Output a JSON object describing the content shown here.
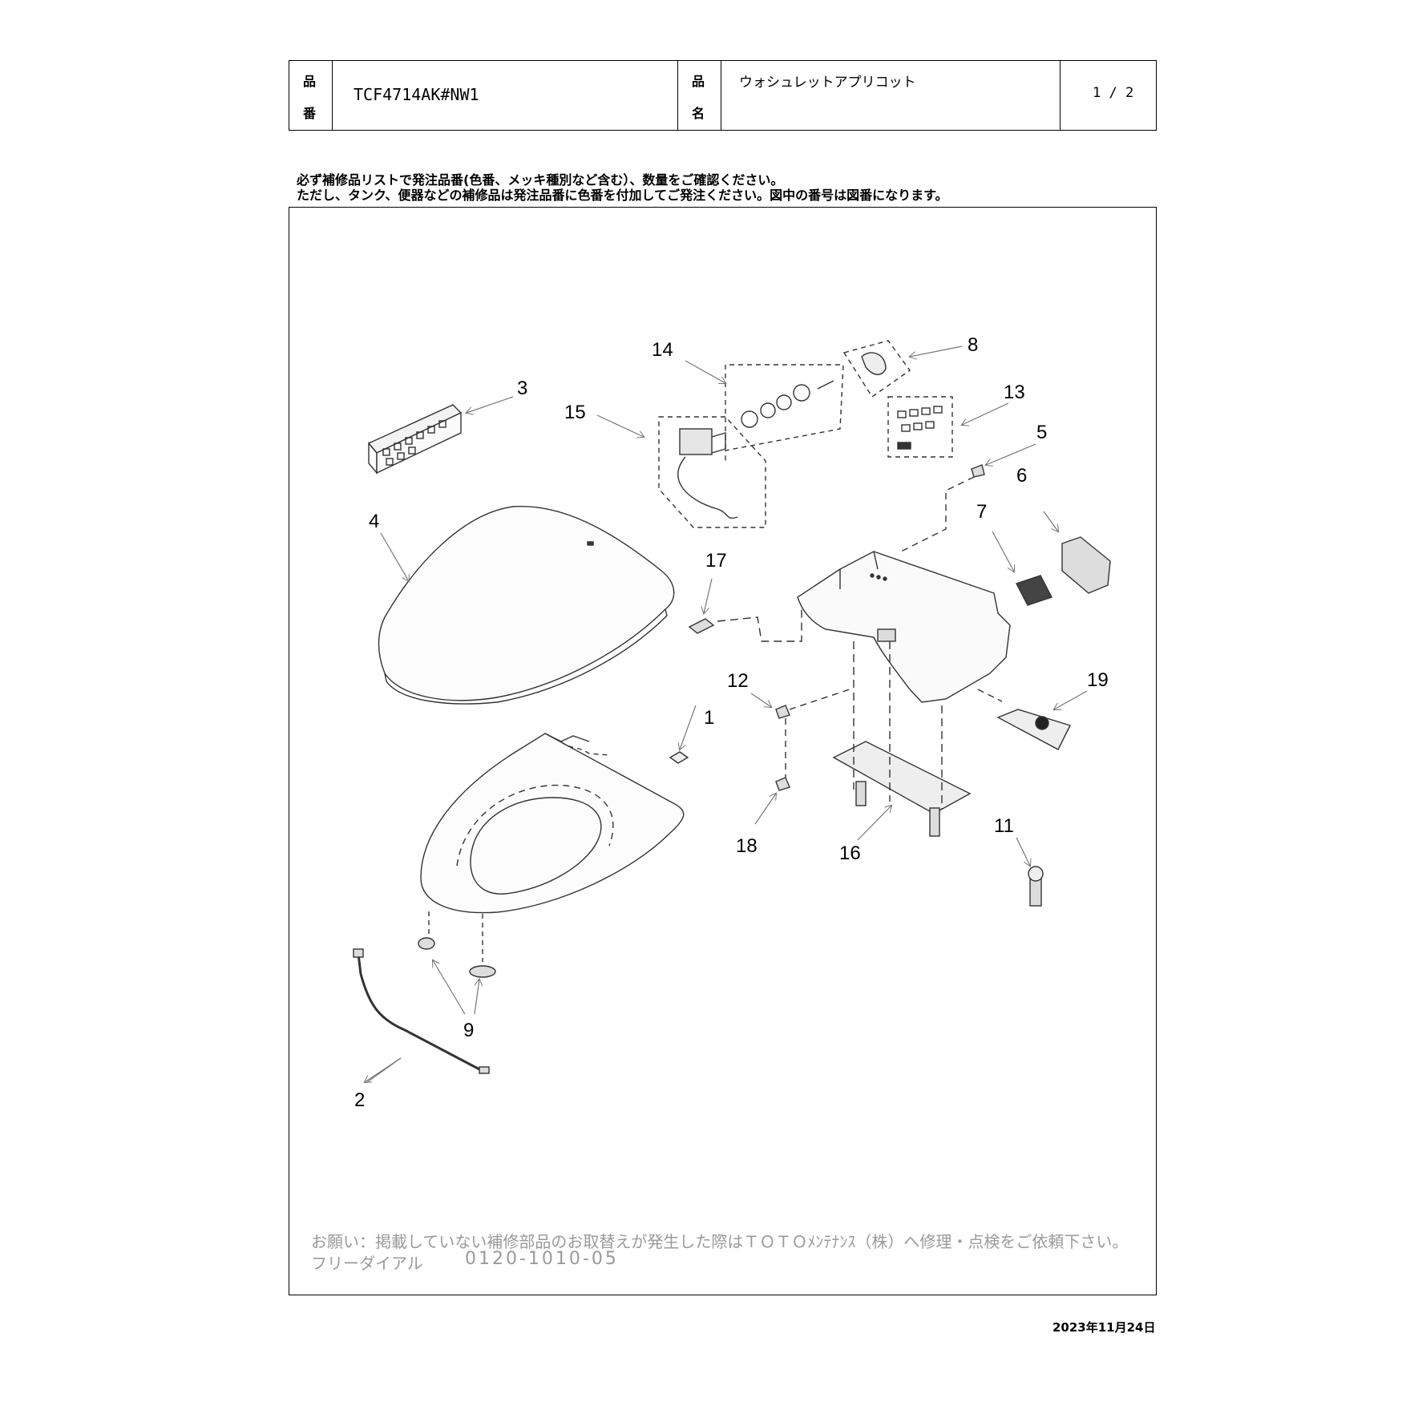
{
  "header": {
    "code_label_top": "品",
    "code_label_bottom": "番",
    "code_value": "TCF4714AK#NW1",
    "name_label_top": "品",
    "name_label_bottom": "名",
    "name_value": "ウォシュレットアプリコット",
    "page": "1 / 2"
  },
  "notes": {
    "line1": "必ず補修品リストで発注品番(色番、メッキ種別など含む）、数量をご確認ください。",
    "line2": "ただし、タンク、便器などの補修品は発注品番に色番を付加してご発注ください。図中の番号は図番になります。"
  },
  "diagram": {
    "callouts": [
      "1",
      "2",
      "3",
      "4",
      "5",
      "6",
      "7",
      "8",
      "9",
      "11",
      "12",
      "13",
      "14",
      "15",
      "16",
      "17",
      "18",
      "19"
    ]
  },
  "footer": {
    "request": "お願い：掲載していない補修部品のお取替えが発生した際はＴＯＴＯﾒﾝﾃﾅﾝｽ（株）へ修理・点検をご依頼下さい。",
    "freedial_label": "フリーダイアル",
    "freedial_number": "0120-1010-05"
  },
  "date": "2023年11月24日"
}
